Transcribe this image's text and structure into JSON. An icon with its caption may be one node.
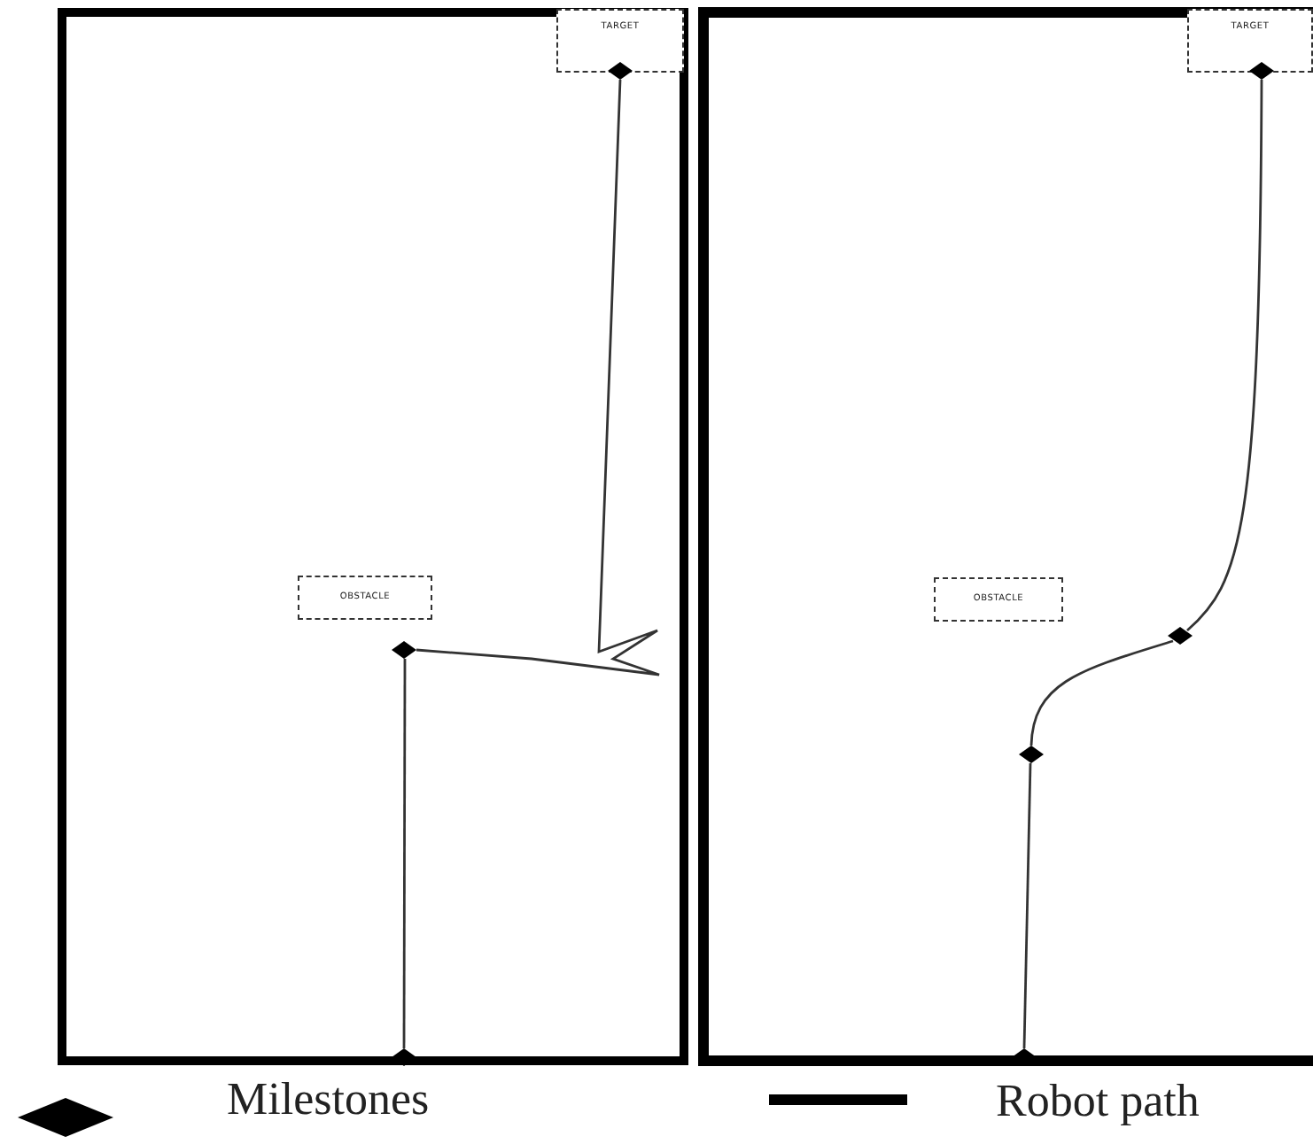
{
  "diagram": {
    "nodes": [
      {
        "text": [
          "TARGET"
        ]
      },
      {
        "text": [
          "OBSTACLE"
        ]
      },
      {
        "text": [
          "TARGET"
        ]
      },
      {
        "text": [
          "OBSTACLE"
        ]
      },
      {
        "text": [],
        "shape": "diamond"
      },
      {
        "text": [],
        "shape": "diamond"
      },
      {
        "text": [],
        "shape": "diamond"
      },
      {
        "text": [],
        "shape": "diamond"
      },
      {
        "text": [],
        "shape": "diamond"
      },
      {
        "text": [],
        "shape": "diamond"
      },
      {
        "text": [],
        "shape": "diamond"
      }
    ],
    "edges": [
      {
        "from": 4,
        "to": 5,
        "arrow": "none"
      },
      {
        "from": 5,
        "to": 6,
        "arrow": "none"
      },
      {
        "from": 7,
        "to": 8,
        "arrow": "none"
      },
      {
        "from": 8,
        "to": 9,
        "arrow": "none"
      },
      {
        "from": 9,
        "to": 10,
        "arrow": "none"
      }
    ],
    "legend": [
      {
        "text": "Milestones"
      },
      {
        "text": "Robot path"
      }
    ]
  }
}
